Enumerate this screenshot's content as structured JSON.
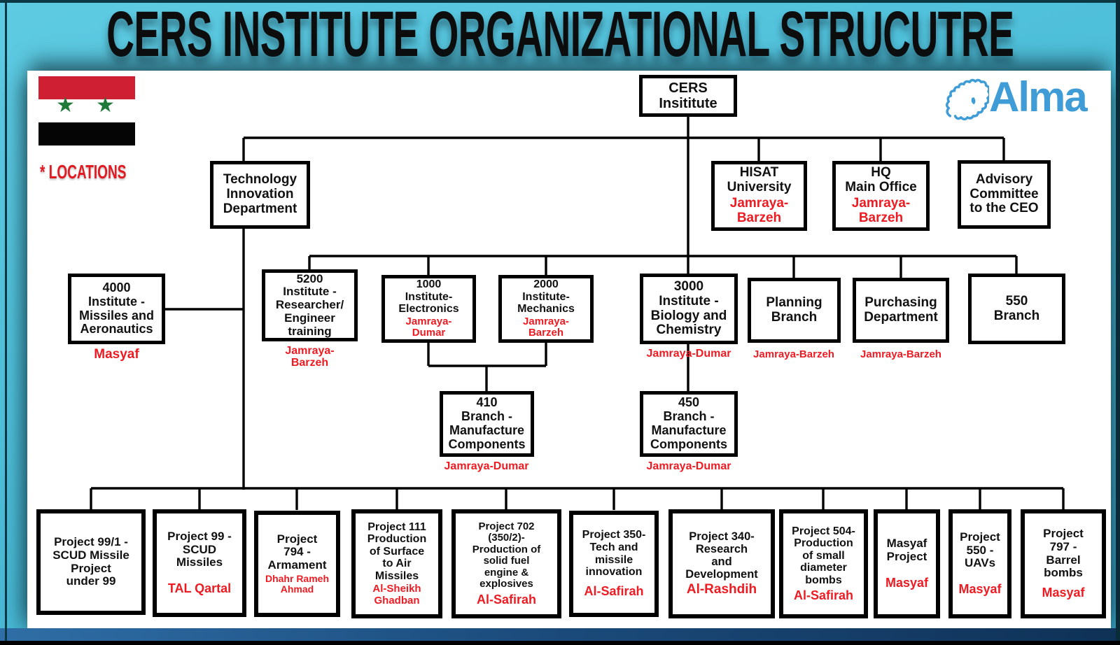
{
  "title": "CERS INSTITUTE ORGANIZATIONAL STRUCUTRE",
  "legend": "* LOCATIONS",
  "brand": {
    "name": "Alma",
    "logo_icon": "israel-map-outline-icon",
    "color": "#3f9cd6"
  },
  "flag": {
    "name": "syria-flag",
    "colors": {
      "red": "#cf1f33",
      "white": "#ffffff",
      "black": "#050505",
      "star_green": "#1d7a38"
    }
  },
  "colors": {
    "location_red": "#ee1b22",
    "background_cyan": "#4fc0da",
    "line_black": "#000000"
  },
  "org": {
    "cers": {
      "name": "CERS\nInsititute"
    },
    "tech": {
      "name": "Technology\nInnovation\nDepartment"
    },
    "hisat": {
      "name": "HISAT\nUniversity",
      "loc": "Jamraya-\nBarzeh"
    },
    "hq": {
      "name": "HQ\nMain Office",
      "loc": "Jamraya-\nBarzeh"
    },
    "advisory": {
      "name": "Advisory\nCommittee\nto the CEO"
    },
    "i4000": {
      "name": "4000\nInstitute -\nMissiles and\nAeronautics",
      "loc": "Masyaf"
    },
    "i5200": {
      "name": "5200\nInstitute -\nResearcher/\nEngineer\ntraining",
      "loc": "Jamraya-\nBarzeh"
    },
    "i1000": {
      "name": "1000\nInstitute-\nElectronics",
      "loc": "Jamraya-\nDumar"
    },
    "i2000": {
      "name": "2000\nInstitute-\nMechanics",
      "loc": "Jamraya-\nBarzeh"
    },
    "i3000": {
      "name": "3000\nInstitute -\nBiology and\nChemistry",
      "loc": "Jamraya-Dumar"
    },
    "planning": {
      "name": "Planning\nBranch",
      "loc": "Jamraya-Barzeh"
    },
    "purchasing": {
      "name": "Purchasing\nDepartment",
      "loc": "Jamraya-Barzeh"
    },
    "b550": {
      "name": "550\nBranch"
    },
    "b410": {
      "name": "410\nBranch -\nManufacture\nComponents",
      "loc": "Jamraya-Dumar"
    },
    "b450": {
      "name": "450\nBranch -\nManufacture\nComponents",
      "loc": "Jamraya-Dumar"
    },
    "p991": {
      "name": "Project 99/1 -\nSCUD Missile\nProject\nunder 99"
    },
    "p99": {
      "name": "Project 99 -\nSCUD\nMissiles",
      "loc": "TAL Qartal"
    },
    "p794": {
      "name": "Project\n794 -\nArmament",
      "loc": "Dhahr Rameh\nAhmad"
    },
    "p111": {
      "name": "Project 111\nProduction\nof Surface\nto Air\nMissiles",
      "loc": "Al-Sheikh\nGhadban"
    },
    "p702": {
      "name": "Project 702\n(350/2)-\nProduction of\nsolid fuel\nengine &\nexplosives",
      "loc": "Al-Safirah"
    },
    "p350": {
      "name": "Project 350-\nTech and\nmissile\ninnovation",
      "loc": "Al-Safirah"
    },
    "p340": {
      "name": "Project 340-\nResearch\nand\nDevelopment",
      "loc": "Al-Rashdih"
    },
    "p504": {
      "name": "Project 504-\nProduction\nof small\ndiameter\nbombs",
      "loc": "Al-Safirah"
    },
    "pmasyaf": {
      "name": "Masyaf\nProject",
      "loc": "Masyaf"
    },
    "p550": {
      "name": "Project\n550 -\nUAVs",
      "loc": "Masyaf"
    },
    "p797": {
      "name": "Project\n797 -\nBarrel\nbombs",
      "loc": "Masyaf"
    }
  }
}
